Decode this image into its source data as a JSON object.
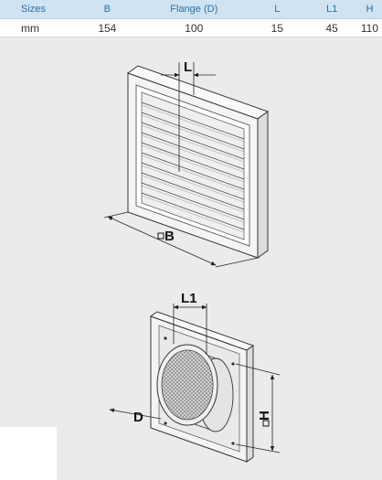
{
  "table": {
    "headers": [
      "Sizes",
      "B",
      "Flange (D)",
      "L",
      "L1",
      "H"
    ],
    "rows": [
      [
        "mm",
        "154",
        "100",
        "15",
        "45",
        "110"
      ]
    ]
  },
  "diagram": {
    "labels": {
      "L": "L",
      "B": "B",
      "L1": "L1",
      "D": "D",
      "H": "H"
    }
  }
}
